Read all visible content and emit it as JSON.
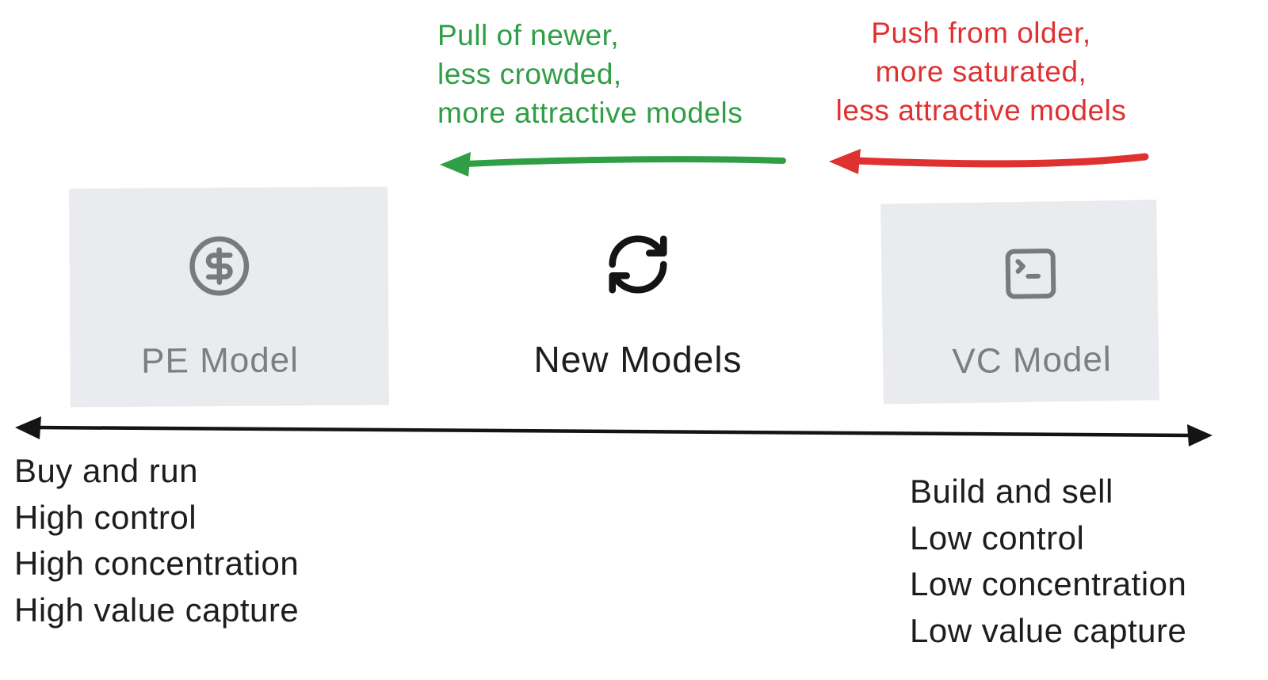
{
  "annotations": {
    "pull": {
      "color": "#2f9e44",
      "lines": [
        "Pull of newer,",
        "less crowded,",
        "more attractive models"
      ]
    },
    "push": {
      "color": "#e03131",
      "lines": [
        "Push from older,",
        "more saturated,",
        "less attractive models"
      ]
    }
  },
  "models": {
    "pe": {
      "label": "PE Model",
      "icon": "dollar-circle-icon"
    },
    "new": {
      "label": "New Models",
      "icon": "refresh-icon"
    },
    "vc": {
      "label": "VC Model",
      "icon": "terminal-icon"
    }
  },
  "spectrum_axis": {
    "left_traits": [
      "Buy and run",
      "High control",
      "High concentration",
      "High value capture"
    ],
    "right_traits": [
      "Build and sell",
      "Low control",
      "Low concentration",
      "Low value capture"
    ]
  },
  "colors": {
    "pull_green": "#2f9e44",
    "push_red": "#e03131",
    "card_background": "#e9ebee",
    "card_gray_foreground": "#7d7e82",
    "ink_black": "#1d1d1f"
  }
}
